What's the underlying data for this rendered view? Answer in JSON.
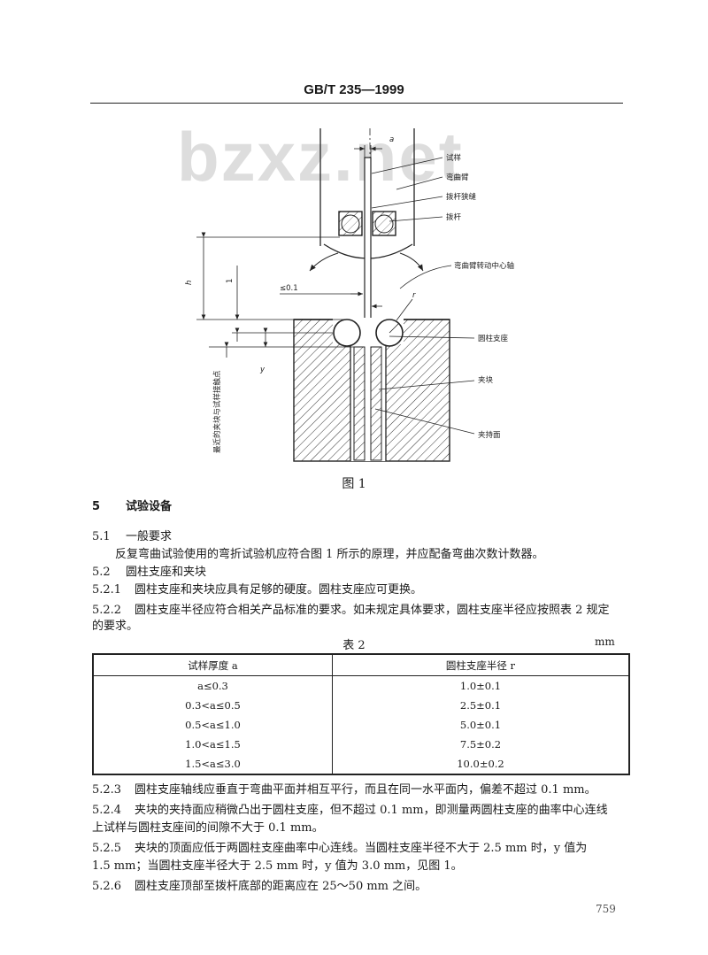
{
  "header": {
    "standard": "GB/T 235—1999"
  },
  "watermark": "bzxz.net",
  "figure": {
    "caption": "图 1",
    "labels": {
      "a": "a",
      "specimen": "试样",
      "bending_arm": "弯曲臂",
      "lever_slot": "拨杆狭缝",
      "lever": "拨杆",
      "pivot_axis": "弯曲臂转动中心轴",
      "h": "h",
      "one": "1",
      "gap": "≤0.1",
      "r": "r",
      "cyl_support": "圆柱支座",
      "y": "y",
      "clamp_block": "夹块",
      "clamp_face": "夹持面",
      "contact_point": "最近的夹块与试样接触点"
    }
  },
  "sections": {
    "s5": {
      "num": "5",
      "title": "试验设备"
    },
    "s5_1": {
      "num": "5.1",
      "title": "一般要求"
    },
    "p5_1": "反复弯曲试验使用的弯折试验机应符合图 1 所示的原理，并应配备弯曲次数计数器。",
    "s5_2": {
      "num": "5.2",
      "title": "圆柱支座和夹块"
    },
    "p5_2_1": {
      "num": "5.2.1",
      "text": "圆柱支座和夹块应具有足够的硬度。圆柱支座应可更换。"
    },
    "p5_2_2": {
      "num": "5.2.2",
      "text": "圆柱支座半径应符合相关产品标准的要求。如未规定具体要求，圆柱支座半径应按照表 2 规定",
      "cont": "的要求。"
    }
  },
  "table": {
    "title": "表 2",
    "unit": "mm",
    "headers": [
      "试样厚度 a",
      "圆柱支座半径 r"
    ],
    "rows": [
      [
        "a≤0.3",
        "1.0±0.1"
      ],
      [
        "0.3<a≤0.5",
        "2.5±0.1"
      ],
      [
        "0.5<a≤1.0",
        "5.0±0.1"
      ],
      [
        "1.0<a≤1.5",
        "7.5±0.2"
      ],
      [
        "1.5<a≤3.0",
        "10.0±0.2"
      ]
    ]
  },
  "after": {
    "p5_2_3": {
      "num": "5.2.3",
      "text": "圆柱支座轴线应垂直于弯曲平面并相互平行，而且在同一水平面内，偏差不超过 0.1 mm。"
    },
    "p5_2_4": {
      "num": "5.2.4",
      "text": "夹块的夹持面应稍微凸出于圆柱支座，但不超过 0.1 mm，即测量两圆柱支座的曲率中心连线",
      "cont": "上试样与圆柱支座间的间隙不大于 0.1 mm。"
    },
    "p5_2_5": {
      "num": "5.2.5",
      "text": "夹块的顶面应低于两圆柱支座曲率中心连线。当圆柱支座半径不大于 2.5 mm 时，y 值为",
      "cont": "1.5 mm；当圆柱支座半径大于 2.5 mm 时，y 值为 3.0 mm，见图 1。"
    },
    "p5_2_6": {
      "num": "5.2.6",
      "text": "圆柱支座顶部至拨杆底部的距离应在 25～50 mm 之间。"
    }
  },
  "page_number": "759"
}
